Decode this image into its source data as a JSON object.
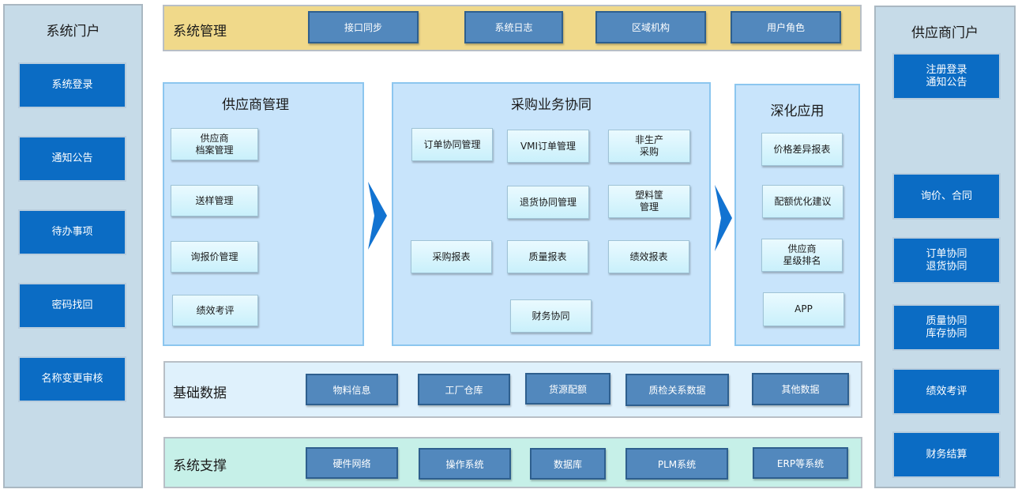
{
  "left_portal": {
    "title": "系统门户",
    "items": [
      "系统登录",
      "通知公告",
      "待办事项",
      "密码找回",
      "名称变更审核"
    ]
  },
  "right_portal": {
    "title": "供应商门户",
    "items": [
      "注册登录\n通知公告",
      "询价、合同",
      "订单协同\n退货协同",
      "质量协同\n库存协同",
      "绩效考评",
      "财务结算"
    ]
  },
  "system_mgmt": {
    "title": "系统管理",
    "items": [
      "接口同步",
      "系统日志",
      "区域机构",
      "用户角色"
    ]
  },
  "supplier_mgmt": {
    "title": "供应商管理",
    "items": [
      "供应商\n档案管理",
      "送样管理",
      "询报价管理",
      "绩效考评"
    ]
  },
  "procurement": {
    "title": "采购业务协同",
    "items": [
      "订单协同管理",
      "VMI订单管理",
      "非生产\n采购",
      "退货协同管理",
      "塑料筐\n管理",
      "采购报表",
      "质量报表",
      "绩效报表",
      "财务协同"
    ]
  },
  "deep_app": {
    "title": "深化应用",
    "items": [
      "价格差异报表",
      "配额优化建议",
      "供应商\n星级排名",
      "APP"
    ]
  },
  "basic_data": {
    "title": "基础数据",
    "items": [
      "物料信息",
      "工厂仓库",
      "货源配额",
      "质检关系数据",
      "其他数据"
    ]
  },
  "system_support": {
    "title": "系统支撑",
    "items": [
      "硬件网络",
      "操作系统",
      "数据库",
      "PLM系统",
      "ERP等系统"
    ]
  },
  "colors": {
    "portal_button": "#0b6cc4",
    "steel_button": "#5288bd",
    "panel_fill": "#c8e4fb",
    "system_mgmt_bar": "#f0d98a",
    "basic_data_bar": "#dff1fc",
    "system_support_bar": "#c6f0e8",
    "chevron": "#1273d1"
  }
}
